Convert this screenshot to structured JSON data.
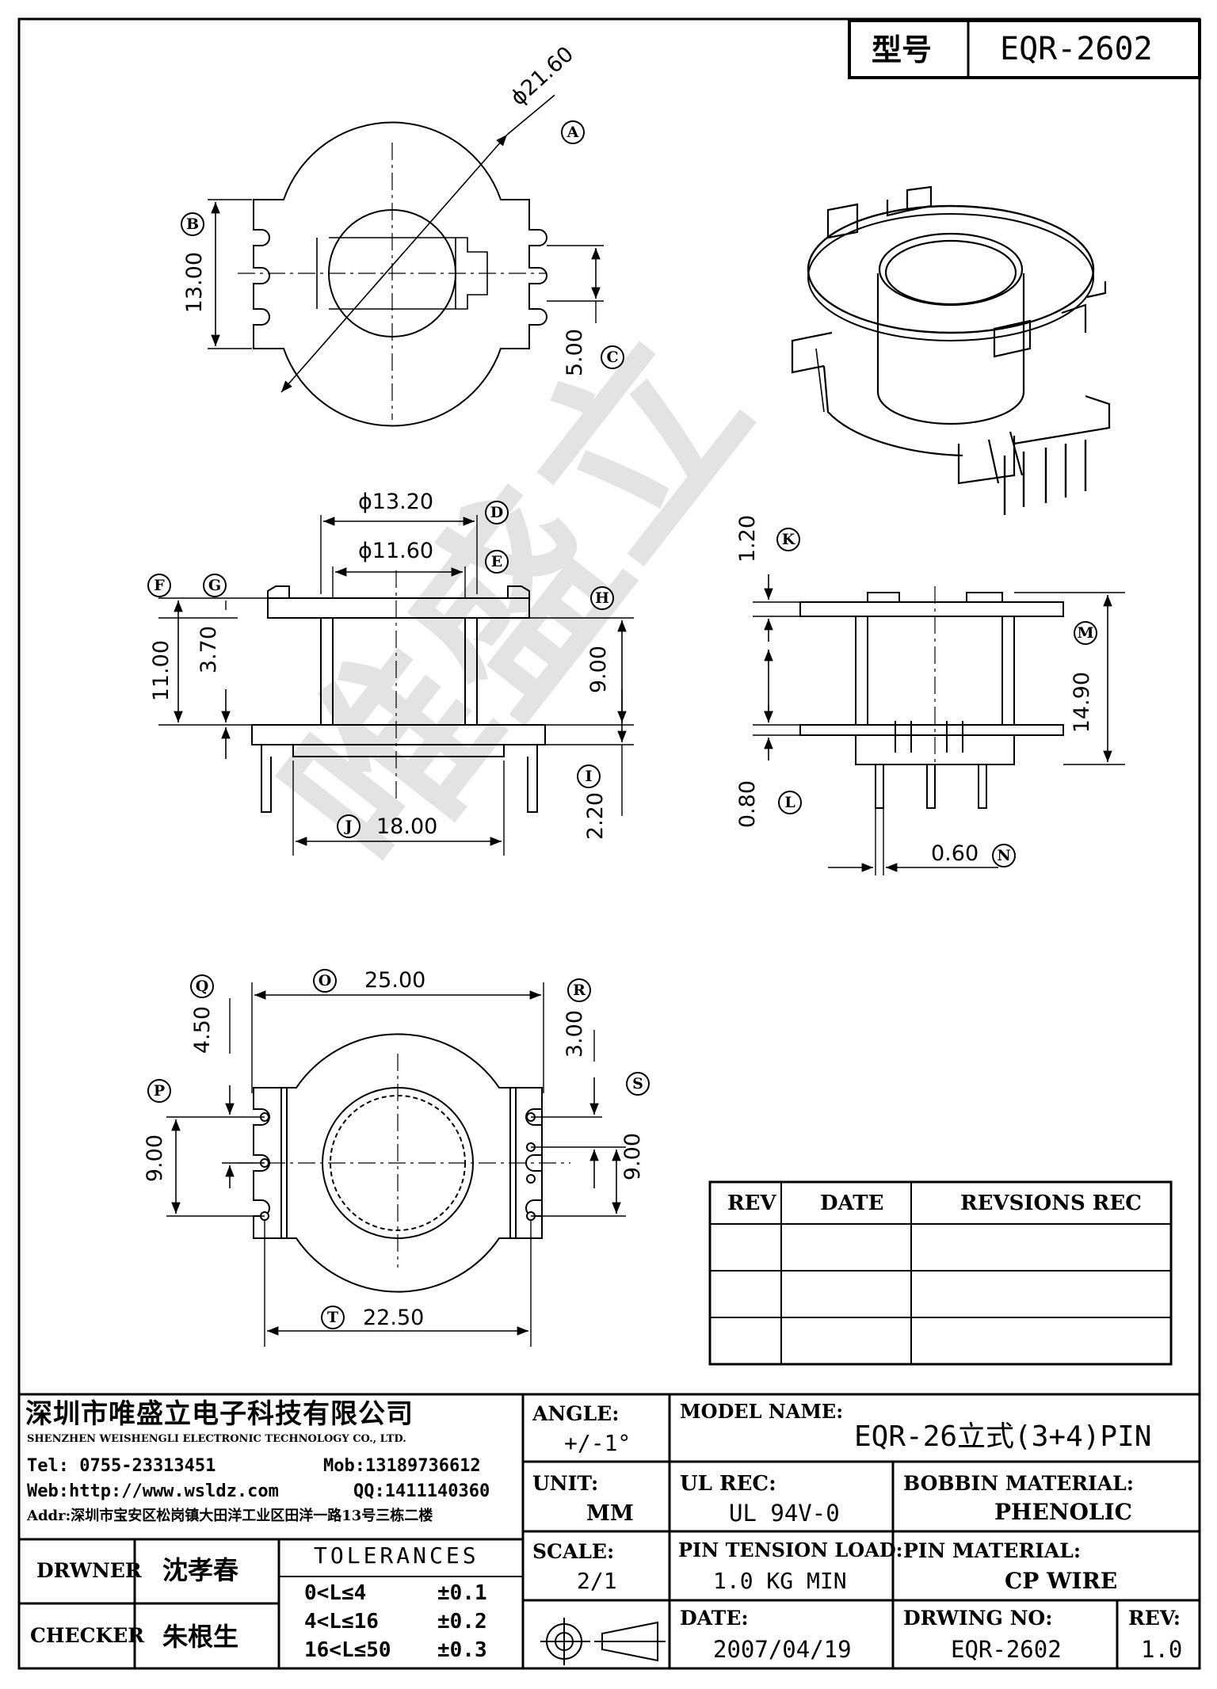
{
  "model": {
    "label": "型号",
    "value": "EQR-2602"
  },
  "watermark": "唯盛立",
  "dims": {
    "A": {
      "letter": "A",
      "value": "ϕ21.60"
    },
    "B": {
      "letter": "B",
      "value": "13.00"
    },
    "C": {
      "letter": "C",
      "value": "5.00"
    },
    "D": {
      "letter": "D",
      "value": "ϕ13.20"
    },
    "E": {
      "letter": "E",
      "value": "ϕ11.60"
    },
    "F": {
      "letter": "F",
      "value": "11.00"
    },
    "G": {
      "letter": "G",
      "value": "3.70"
    },
    "H": {
      "letter": "H",
      "value": "9.00"
    },
    "I": {
      "letter": "I",
      "value": "2.20"
    },
    "J": {
      "letter": "J",
      "value": "18.00"
    },
    "K": {
      "letter": "K",
      "value": "1.20"
    },
    "L": {
      "letter": "L",
      "value": "0.80"
    },
    "M": {
      "letter": "M",
      "value": "14.90"
    },
    "N": {
      "letter": "N",
      "value": "0.60"
    },
    "O": {
      "letter": "O",
      "value": "25.00"
    },
    "P": {
      "letter": "P",
      "value": "9.00"
    },
    "Q": {
      "letter": "Q",
      "value": "4.50"
    },
    "R": {
      "letter": "R",
      "value": "3.00"
    },
    "S": {
      "letter": "S",
      "value": "9.00"
    },
    "T": {
      "letter": "T",
      "value": "22.50"
    }
  },
  "revisions": {
    "headers": [
      "REV",
      "DATE",
      "REVSIONS REC"
    ],
    "rows": [
      [
        "",
        "",
        ""
      ],
      [
        "",
        "",
        ""
      ],
      [
        "",
        "",
        ""
      ]
    ]
  },
  "company": {
    "name_cn": "深圳市唯盛立电子科技有限公司",
    "name_en": "SHENZHEN WEISHENGLI ELECTRONIC TECHNOLOGY CO., LTD.",
    "tel": "Tel: 0755-23313451",
    "mob": "Mob:13189736612",
    "web": "Web:http://www.wsldz.com",
    "qq": "QQ:1411140360",
    "addr": "Addr:深圳市宝安区松岗镇大田洋工业区田洋一路13号三栋二楼"
  },
  "title_block": {
    "angle_label": "ANGLE:",
    "angle_value": "+/-1°",
    "unit_label": "UNIT:",
    "unit_value": "MM",
    "scale_label": "SCALE:",
    "scale_value": "2/1",
    "model_label": "MODEL NAME:",
    "model_value": "EQR-26立式(3+4)PIN",
    "ul_label": "UL REC:",
    "ul_value": "UL 94V-0",
    "bobbin_label": "BOBBIN MATERIAL:",
    "bobbin_value": "PHENOLIC",
    "tension_label": "PIN TENSION LOAD:",
    "tension_value": "1.0 KG MIN",
    "pin_label": "PIN MATERIAL:",
    "pin_value": "CP WIRE",
    "date_label": "DATE:",
    "date_value": "2007/04/19",
    "drwno_label": "DRWING NO:",
    "drwno_value": "EQR-2602",
    "rev_label": "REV:",
    "rev_value": "1.0",
    "drawer_label": "DRWNER",
    "drawer_name": "沈孝春",
    "checker_label": "CHECKER",
    "checker_name": "朱根生",
    "tol_title": "TOLERANCES",
    "tol_rows": [
      {
        "range": "0<L≤4",
        "val": "±0.1"
      },
      {
        "range": "4<L≤16",
        "val": "±0.2"
      },
      {
        "range": "16<L≤50",
        "val": "±0.3"
      }
    ]
  }
}
